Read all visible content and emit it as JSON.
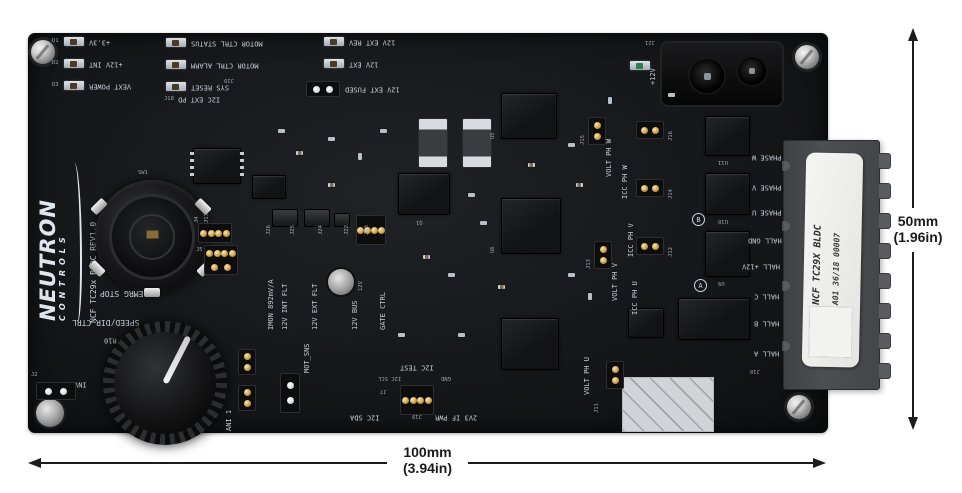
{
  "board": {
    "logo": {
      "name": "NEUTRON",
      "sub": "CONTROLS"
    },
    "title": "NCF TC29x BLDC REV1.0",
    "power_leds": [
      {
        "ref": "D1",
        "label": "+3.3V"
      },
      {
        "ref": "D2",
        "label": "+12V INT"
      },
      {
        "ref": "D3",
        "label": "VEXT POWER"
      }
    ],
    "status_leds": [
      {
        "label": "MOTOR CTRL STATUS"
      },
      {
        "label": "MOTOR CTRL ALARM"
      },
      {
        "label": "SYS RESET"
      }
    ],
    "i2c_ext": {
      "ref": "J18",
      "label": "I2C EXT PD"
    },
    "ext12v": [
      "12V EXT REV",
      "12V EXT",
      "12V EXT FUSED"
    ],
    "refs": {
      "j20": "J20",
      "j21": "J21",
      "v12": "+12V",
      "sw1": "SW1",
      "q1": "Q1",
      "u5": "U5",
      "u6": "U6",
      "u9": "U9",
      "u10": "U10",
      "u11": "U11",
      "r10": "R10",
      "inv": "INV",
      "j2": "J2",
      "ani1": "ANI 1",
      "j4": "J4",
      "j17": "J17",
      "j5": "J5",
      "tp12v": "12V",
      "j10": "J10"
    },
    "emrg_stop": "EMRG STOP",
    "speed_dir": "SPEED/DIR CTRL",
    "mid_labels": [
      {
        "ref": "J26",
        "label": "IMON 892mV/A"
      },
      {
        "ref": "J25",
        "label": "12V INT FLT"
      },
      {
        "ref": "J24",
        "label": "12V EXT FLT"
      },
      {
        "ref": "J22",
        "label": "12V BUS"
      },
      {
        "ref": "J23",
        "label": "GATE CTRL"
      }
    ],
    "phase_jumpers": [
      {
        "ref": "J15",
        "label": "VOLT PH W"
      },
      {
        "ref": "J16",
        "label": "ICC PH W"
      },
      {
        "ref": "J14",
        "label": "ICC PH V"
      },
      {
        "ref": "J12",
        "label": "ICC PH U"
      },
      {
        "ref": "J13",
        "label": "VOLT PH V"
      },
      {
        "ref": "J11",
        "label": "VOLT PH U"
      }
    ],
    "bottom_labels": {
      "mot_sns": "MOT_SNS",
      "i2c_test": "I2C TEST",
      "i2c_scl": "I2C SCL",
      "gnd": "GND",
      "j7": "J7",
      "i2c_sda": "I2C SDA",
      "j19": "J19",
      "if_pwr": "2V3 IF PWR"
    },
    "edge_pins": [
      "PHASE W",
      "PHASE V",
      "PHASE U",
      "HALL GND",
      "HALL +12V",
      "HALL C",
      "HALL B",
      "HALL A"
    ],
    "marks": [
      "B",
      "A"
    ],
    "module_label": {
      "line1": "NCF TC29X BLDC",
      "line2": "A01 36/18 00007"
    }
  },
  "dimensions": {
    "width": {
      "value": "100mm",
      "inches": "(3.94in)"
    },
    "height": {
      "value": "50mm",
      "inches": "(1.96in)"
    }
  }
}
